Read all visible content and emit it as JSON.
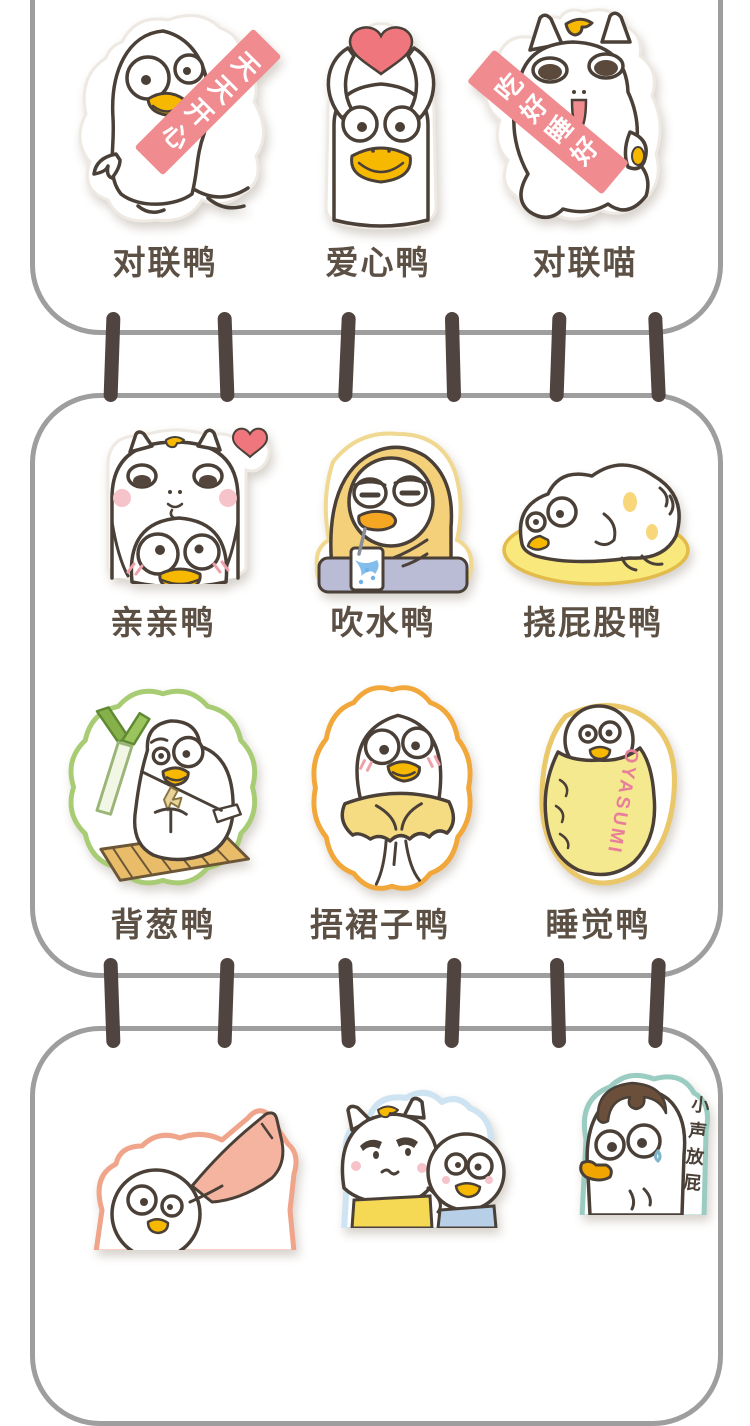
{
  "colors": {
    "panel_border": "#9e9e9e",
    "ring": "#4f4440",
    "label_text": "#5c5045",
    "banner_pink": "#f08b90",
    "heart_red": "#ef767d",
    "beak_yellow": "#f7b800",
    "hood_yellow": "#f4d07b",
    "table_blue_gray": "#b9bcd4",
    "water_blue": "#6db1e8",
    "mat_yellow": "#f9e87c",
    "outline_green": "#a8cc73",
    "wood_tan": "#e8bc68",
    "skirt_yellow": "#f5dc82",
    "outline_orange": "#f2a73b",
    "bag_yellow": "#f5e98f",
    "oyasumi_pink": "#e87f9a",
    "outline_salmon": "#f0a58a",
    "outline_blue": "#cfe4f2",
    "outline_teal": "#9accc2",
    "shirt_yellow": "#f5d954",
    "hair_brown": "#6b4f3a"
  },
  "stickers": {
    "duilian_duck": {
      "label": "对联鸭",
      "banner_text": "天天开心"
    },
    "aixin_duck": {
      "label": "爱心鸭"
    },
    "duilian_cat": {
      "label": "对联喵",
      "banner_text": "吃好睡好"
    },
    "qinqin_duck": {
      "label": "亲亲鸭"
    },
    "chuishui_duck": {
      "label": "吹水鸭"
    },
    "naopigu_duck": {
      "label": "挠屁股鸭"
    },
    "beicong_duck": {
      "label": "背葱鸭"
    },
    "wuqunzi_duck": {
      "label": "捂裙子鸭"
    },
    "shuijiao_duck": {
      "label": "睡觉鸭",
      "bag_text": "OYASUMI"
    },
    "fangpi_duck": {
      "side_text": "小声放屁"
    }
  }
}
